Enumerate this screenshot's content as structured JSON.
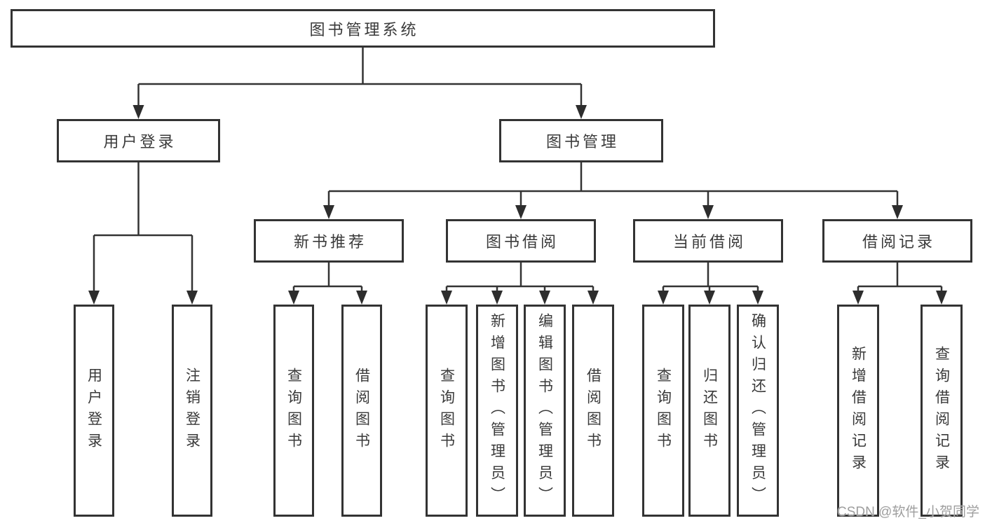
{
  "tree": {
    "root": {
      "label": "图书管理系统"
    },
    "user_login": {
      "label": "用户登录",
      "children": [
        {
          "label": "用户登录"
        },
        {
          "label": "注销登录"
        }
      ]
    },
    "book_mgmt": {
      "label": "图书管理",
      "sections": [
        {
          "label": "新书推荐",
          "children": [
            {
              "label": "查询图书"
            },
            {
              "label": "借阅图书"
            }
          ]
        },
        {
          "label": "图书借阅",
          "children": [
            {
              "label": "查询图书"
            },
            {
              "label": "新增图书（管理员）"
            },
            {
              "label": "编辑图书（管理员）"
            },
            {
              "label": "借阅图书"
            }
          ]
        },
        {
          "label": "当前借阅",
          "children": [
            {
              "label": "查询图书"
            },
            {
              "label": "归还图书"
            },
            {
              "label": "确认归还（管理员）"
            }
          ]
        },
        {
          "label": "借阅记录",
          "children": [
            {
              "label": "新增借阅记录"
            },
            {
              "label": "查询借阅记录"
            }
          ]
        }
      ]
    }
  },
  "watermark": {
    "text": "CSDN @软件_小贺同学"
  },
  "colors": {
    "line": "#333333",
    "box_border": "#333333",
    "text": "#3a3a3a",
    "watermark": "#9e9e9e",
    "background": "#ffffff"
  }
}
